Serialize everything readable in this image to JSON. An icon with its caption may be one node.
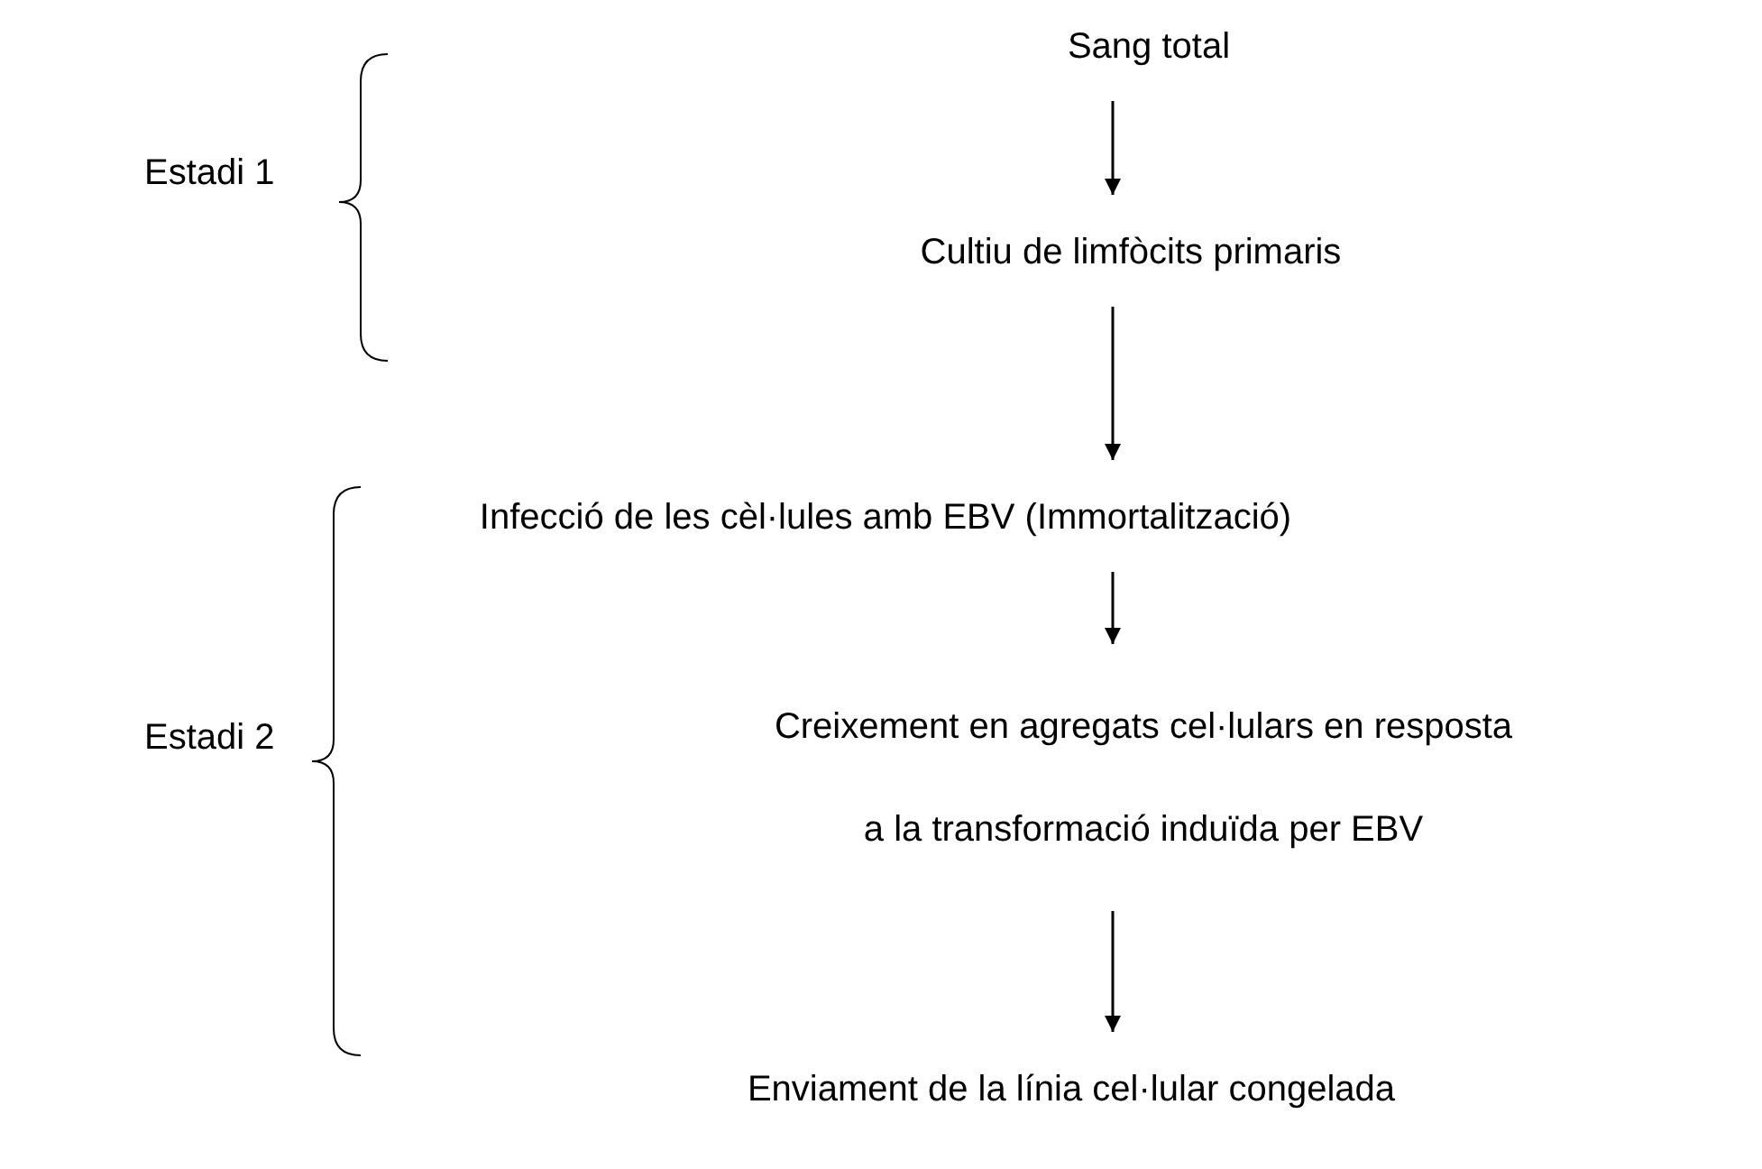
{
  "diagram": {
    "nodes": [
      {
        "text": [
          "Sang total"
        ]
      },
      {
        "text": [
          "Cultiu de limfòcits primaris"
        ]
      },
      {
        "text": [
          "Infecció de les cèl·lules amb EBV (Immortalització)"
        ]
      },
      {
        "text": [
          "Creixement en agregats cel·lulars en resposta a la transformació induïda per EBV"
        ]
      },
      {
        "text": [
          "Enviament de la línia cel·lular congelada"
        ]
      }
    ],
    "edges": [
      {
        "from": 0,
        "to": 1,
        "arrow": "to"
      },
      {
        "from": 1,
        "to": 2,
        "arrow": "to"
      },
      {
        "from": 2,
        "to": 3,
        "arrow": "to"
      },
      {
        "from": 3,
        "to": 4,
        "arrow": "to"
      }
    ],
    "labels": [
      "Estadi 1",
      "Estadi 2"
    ]
  }
}
